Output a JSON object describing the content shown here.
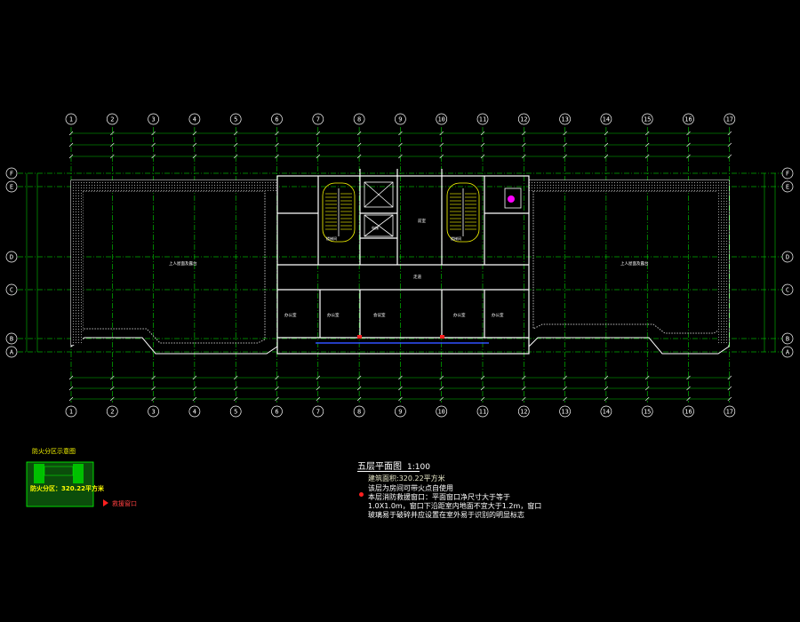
{
  "drawing": {
    "axis_numbers": [
      "1",
      "2",
      "3",
      "4",
      "5",
      "6",
      "7",
      "8",
      "9",
      "10",
      "11",
      "12",
      "13",
      "14",
      "15",
      "16",
      "17"
    ],
    "axis_letters": [
      "F",
      "E",
      "D",
      "C",
      "B",
      "A"
    ],
    "title": "五层平面图",
    "scale": "1:100",
    "area_line": "建筑面积:320.22平方米",
    "notes": [
      "该层为房间可带火点自使用",
      "本层消防救援窗口：平面窗口净尺寸大于等于",
      "1.0X1.0m，窗口下沿距室内地面不宜大于1.2m，窗口",
      "玻璃易于破碎并应设置在室外易于识别的明显标志"
    ],
    "legend": {
      "title": "防火分区示意图",
      "area": "防火分区：320.22平方米",
      "mark": "救援窗口"
    },
    "room_labels": {
      "roof_left": "上人屋面及露台",
      "roof_right": "上人屋面及露台",
      "corridor": "走道",
      "room_a": "办公室",
      "room_b": "会议室",
      "room_c": "办公室",
      "room_d": "办公室",
      "room_e": "办公室",
      "stair_1": "楼梯间",
      "stair_2": "楼梯间",
      "elevator": "电梯",
      "hall": "前室"
    },
    "colors": {
      "background": "#000000",
      "axis_grid": "#00ff00",
      "wall": "#ffffff",
      "dimension": "#00c000",
      "stair": "#ffff00",
      "bubble": "#ffffff",
      "accent_red": "#ff2020",
      "accent_magenta": "#ff00ff",
      "accent_blue": "#3050ff"
    }
  }
}
